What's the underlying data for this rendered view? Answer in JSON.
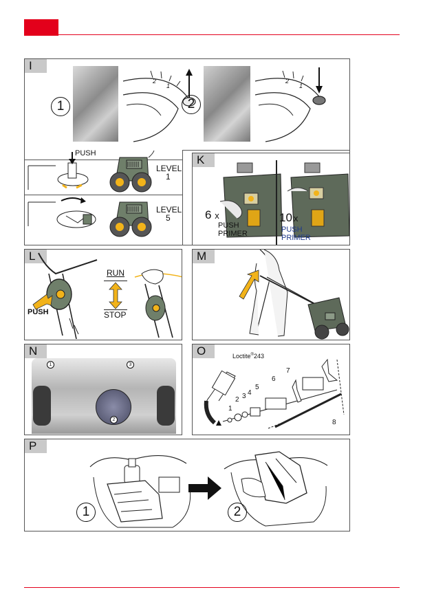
{
  "header": {
    "accent_color": "#e3001b"
  },
  "panels": {
    "I": {
      "tag": "I",
      "step1": "1",
      "step2": "2",
      "dial_1": "1",
      "dial_2": "2",
      "push": "PUSH",
      "level_a": "LEVEL",
      "level_a_num": "1",
      "level_b": "LEVEL",
      "level_b_num": "5"
    },
    "K": {
      "tag": "K",
      "count_a": "6",
      "count_b": "10",
      "times": "x",
      "push_a": "PUSH",
      "primer_a": "PRIMER",
      "push_b": "PUSH",
      "primer_b": "PRIMER"
    },
    "L": {
      "tag": "L",
      "run": "RUN",
      "stop": "STOP",
      "push": "PUSH"
    },
    "M": {
      "tag": "M"
    },
    "N": {
      "tag": "N",
      "callout_1": "1",
      "callout_2": "2",
      "callout_3": "3"
    },
    "O": {
      "tag": "O",
      "loctite": "Loctite",
      "reg": "®",
      "loctite_num": "243",
      "parts": [
        "1",
        "2",
        "3",
        "4",
        "5",
        "6",
        "7",
        "8"
      ]
    },
    "P": {
      "tag": "P",
      "step1": "1",
      "step2": "2"
    }
  },
  "colors": {
    "arrow_yellow": "#f2b31a",
    "machine_green": "#6f7f6a",
    "primer_blue": "#1f3a8a"
  }
}
